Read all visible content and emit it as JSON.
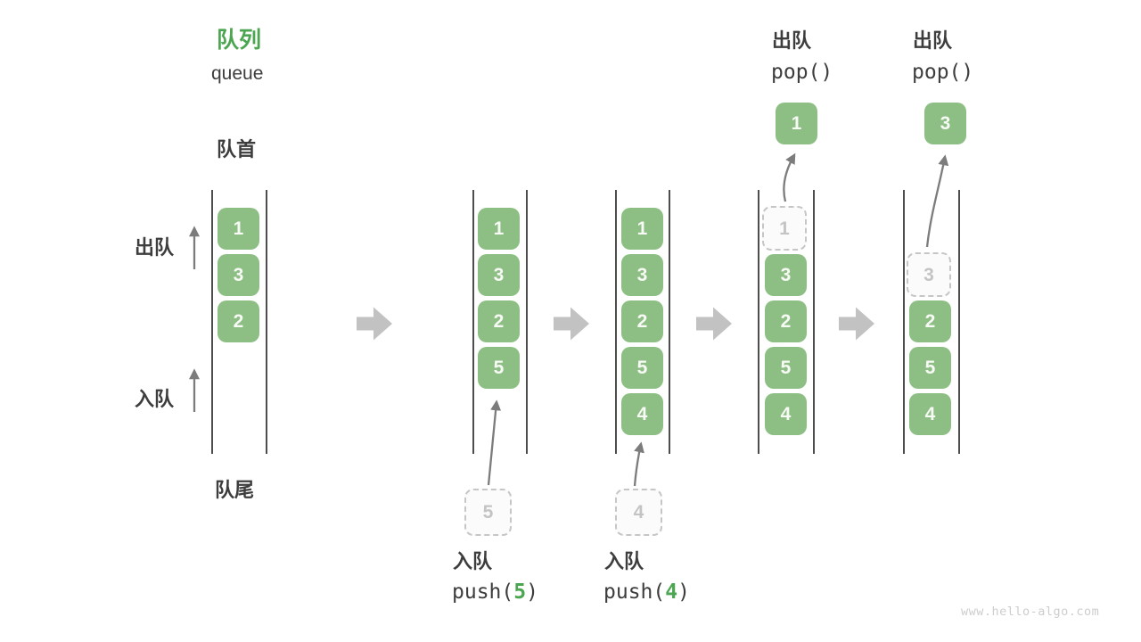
{
  "title": {
    "zh": "队列",
    "en": "queue"
  },
  "labels": {
    "front": "队首",
    "rear": "队尾",
    "dequeue_side": "出队",
    "enqueue_side": "入队"
  },
  "watermark": "www.hello-algo.com",
  "colors": {
    "accent_green": "#4ca651",
    "box_green": "#8dbf84",
    "block_arrow_gray": "#c2c2c2",
    "thin_arrow_gray": "#7c7c7c",
    "rail_gray": "#4d4d4d",
    "text_dark": "#3d3d3d",
    "ghost_gray": "#c5c5c5"
  },
  "icons": {
    "flow": "right-block-arrow",
    "side": "thin-up-arrow",
    "push": "curved-up-arrow",
    "pop": "curved-up-arrow"
  },
  "columns": [
    {
      "boxes": [
        "1",
        "3",
        "2"
      ]
    },
    {
      "boxes": [
        "1",
        "3",
        "2",
        "5"
      ],
      "pending": "5",
      "op": {
        "zh": "入队",
        "fn": "push(",
        "arg": "5",
        "close": ")"
      }
    },
    {
      "boxes": [
        "1",
        "3",
        "2",
        "5",
        "4"
      ],
      "pending": "4",
      "op": {
        "zh": "入队",
        "fn": "push(",
        "arg": "4",
        "close": ")"
      }
    },
    {
      "removed": "1",
      "boxes": [
        "3",
        "2",
        "5",
        "4"
      ],
      "popped": "1",
      "op": {
        "zh": "出队",
        "fn": "pop()"
      }
    },
    {
      "removed": "3",
      "boxes": [
        "2",
        "5",
        "4"
      ],
      "popped": "3",
      "op": {
        "zh": "出队",
        "fn": "pop()"
      }
    }
  ]
}
